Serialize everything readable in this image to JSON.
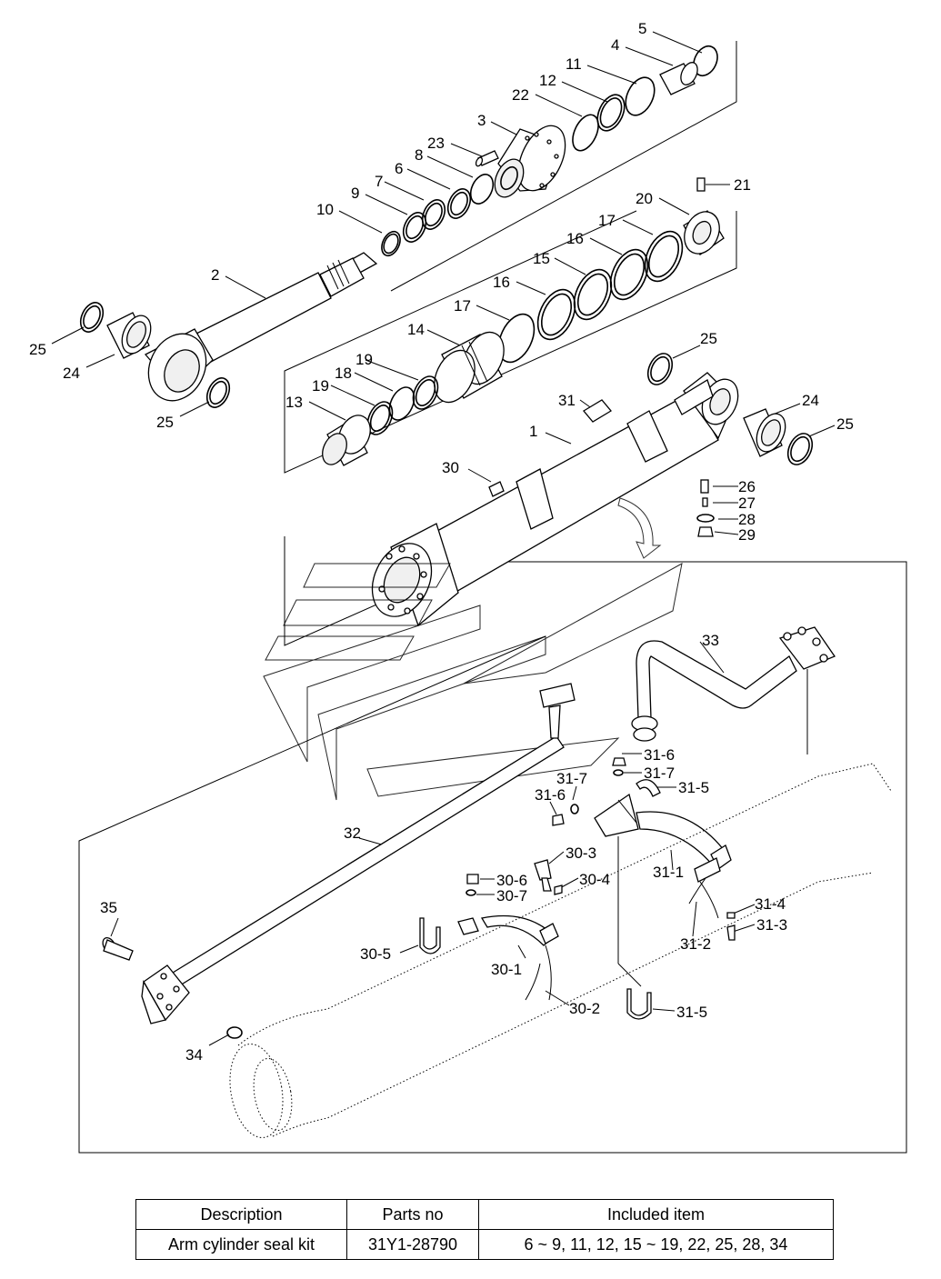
{
  "diagram": {
    "callouts": [
      {
        "id": "c1",
        "label": "1"
      },
      {
        "id": "c2",
        "label": "2"
      },
      {
        "id": "c3",
        "label": "3"
      },
      {
        "id": "c4",
        "label": "4"
      },
      {
        "id": "c5",
        "label": "5"
      },
      {
        "id": "c6",
        "label": "6"
      },
      {
        "id": "c7",
        "label": "7"
      },
      {
        "id": "c8",
        "label": "8"
      },
      {
        "id": "c9",
        "label": "9"
      },
      {
        "id": "c10",
        "label": "10"
      },
      {
        "id": "c11",
        "label": "11"
      },
      {
        "id": "c12",
        "label": "12"
      },
      {
        "id": "c13",
        "label": "13"
      },
      {
        "id": "c14",
        "label": "14"
      },
      {
        "id": "c15",
        "label": "15"
      },
      {
        "id": "c16a",
        "label": "16"
      },
      {
        "id": "c16b",
        "label": "16"
      },
      {
        "id": "c17a",
        "label": "17"
      },
      {
        "id": "c17b",
        "label": "17"
      },
      {
        "id": "c18",
        "label": "18"
      },
      {
        "id": "c19a",
        "label": "19"
      },
      {
        "id": "c19b",
        "label": "19"
      },
      {
        "id": "c20",
        "label": "20"
      },
      {
        "id": "c21",
        "label": "21"
      },
      {
        "id": "c22",
        "label": "22"
      },
      {
        "id": "c23",
        "label": "23"
      },
      {
        "id": "c24a",
        "label": "24"
      },
      {
        "id": "c24b",
        "label": "24"
      },
      {
        "id": "c25a",
        "label": "25"
      },
      {
        "id": "c25b",
        "label": "25"
      },
      {
        "id": "c25c",
        "label": "25"
      },
      {
        "id": "c25d",
        "label": "25"
      },
      {
        "id": "c26",
        "label": "26"
      },
      {
        "id": "c27",
        "label": "27"
      },
      {
        "id": "c28",
        "label": "28"
      },
      {
        "id": "c29",
        "label": "29"
      },
      {
        "id": "c30",
        "label": "30"
      },
      {
        "id": "c31",
        "label": "31"
      },
      {
        "id": "c32",
        "label": "32"
      },
      {
        "id": "c33",
        "label": "33"
      },
      {
        "id": "c34",
        "label": "34"
      },
      {
        "id": "c35",
        "label": "35"
      },
      {
        "id": "c30_1",
        "label": "30-1"
      },
      {
        "id": "c30_2",
        "label": "30-2"
      },
      {
        "id": "c30_3",
        "label": "30-3"
      },
      {
        "id": "c30_4",
        "label": "30-4"
      },
      {
        "id": "c30_5",
        "label": "30-5"
      },
      {
        "id": "c30_6",
        "label": "30-6"
      },
      {
        "id": "c30_7",
        "label": "30-7"
      },
      {
        "id": "c31_1",
        "label": "31-1"
      },
      {
        "id": "c31_2",
        "label": "31-2"
      },
      {
        "id": "c31_3",
        "label": "31-3"
      },
      {
        "id": "c31_4",
        "label": "31-4"
      },
      {
        "id": "c31_5a",
        "label": "31-5"
      },
      {
        "id": "c31_5b",
        "label": "31-5"
      },
      {
        "id": "c31_6a",
        "label": "31-6"
      },
      {
        "id": "c31_6b",
        "label": "31-6"
      },
      {
        "id": "c31_7a",
        "label": "31-7"
      },
      {
        "id": "c31_7b",
        "label": "31-7"
      }
    ]
  },
  "kit_table": {
    "headers": [
      "Description",
      "Parts no",
      "Included item"
    ],
    "rows": [
      [
        "Arm cylinder seal kit",
        "31Y1-28790",
        "6 ~ 9, 11, 12, 15 ~ 19, 22, 25, 28, 34"
      ]
    ]
  }
}
